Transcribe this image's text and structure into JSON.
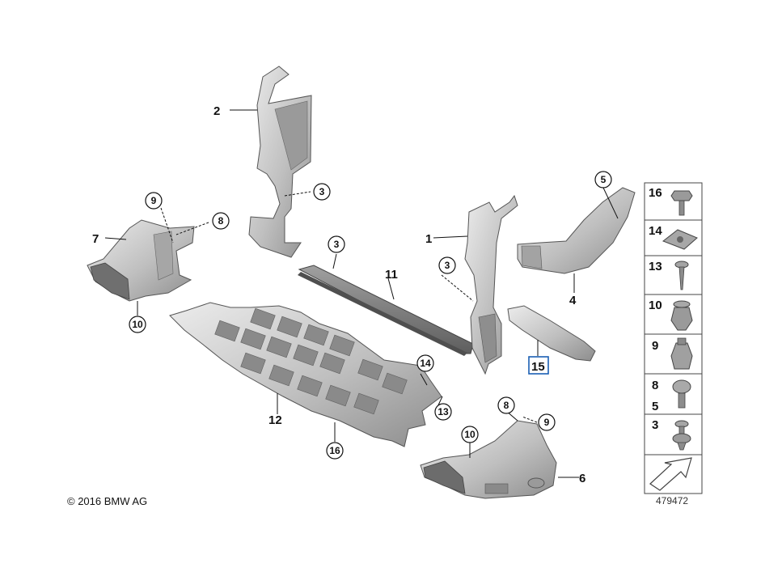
{
  "copyright": "© 2016 BMW AG",
  "figure_id": "479472",
  "callouts": {
    "c1": "1",
    "c2": "2",
    "c4": "4",
    "c6": "6",
    "c7": "7",
    "c11": "11",
    "c12": "12",
    "c15": "15"
  },
  "circles": {
    "s3a": "3",
    "s3b": "3",
    "s3c": "3",
    "s5": "5",
    "s8a": "8",
    "s8b": "8",
    "s9a": "9",
    "s9b": "9",
    "s10a": "10",
    "s10b": "10",
    "s13": "13",
    "s14": "14",
    "s16": "16"
  },
  "legend": [
    "16",
    "14",
    "13",
    "10",
    "9",
    "8",
    "5",
    "3"
  ],
  "colors": {
    "part_light": "#d9d9d9",
    "part_mid": "#b5b5b5",
    "part_dark": "#8e8e8e",
    "highlight": "#1a5fb4"
  }
}
